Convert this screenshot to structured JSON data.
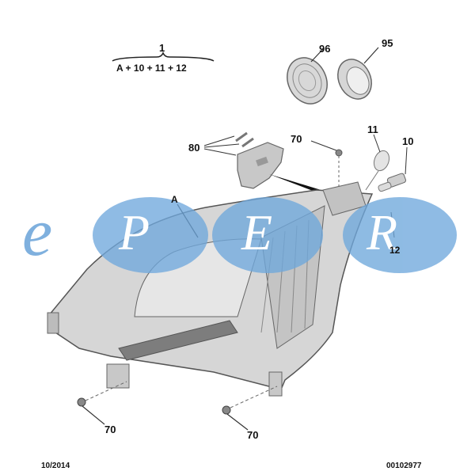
{
  "diagram": {
    "type": "exploded parts diagram",
    "subject": "headlamp assembly",
    "assembly_group": {
      "number": "1",
      "components": "A + 10 + 11 + 12"
    },
    "callouts": [
      {
        "id": "96",
        "label": "96"
      },
      {
        "id": "95",
        "label": "95"
      },
      {
        "id": "80",
        "label": "80"
      },
      {
        "id": "70-top",
        "label": "70"
      },
      {
        "id": "11",
        "label": "11"
      },
      {
        "id": "10",
        "label": "10"
      },
      {
        "id": "A",
        "label": "A"
      },
      {
        "id": "12",
        "label": "12"
      },
      {
        "id": "70-left",
        "label": "70"
      },
      {
        "id": "70-right",
        "label": "70"
      }
    ],
    "footer": {
      "date": "10/2014",
      "reference": "00102977"
    }
  },
  "watermark": {
    "letters": [
      "e",
      "P",
      "E",
      "R"
    ],
    "circle_color": "#6fa8dc",
    "text_color": "#ffffff"
  }
}
